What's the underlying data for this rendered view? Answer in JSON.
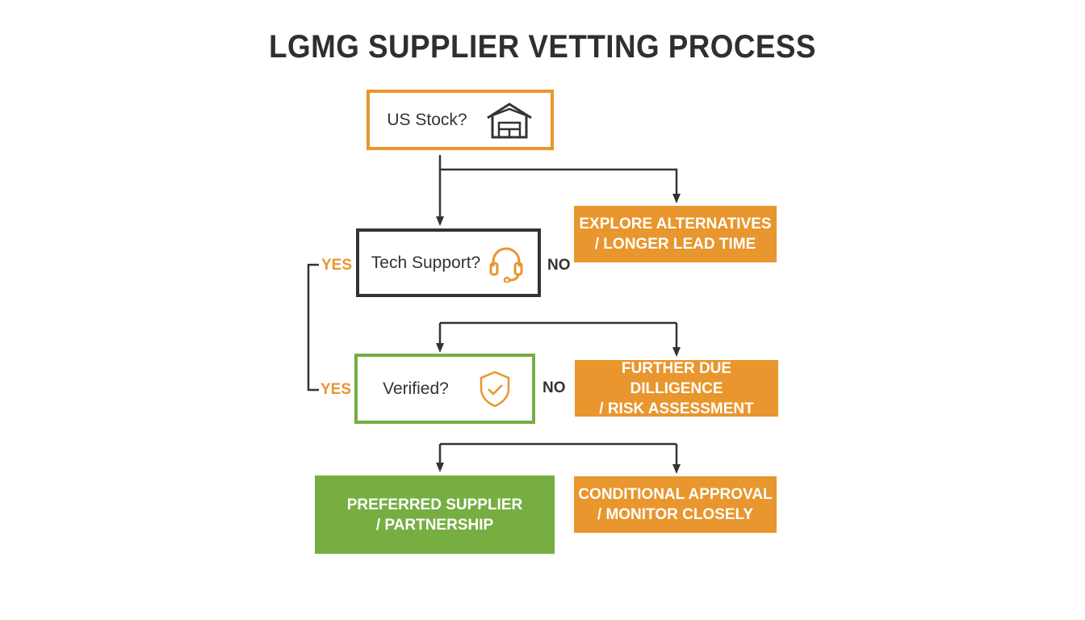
{
  "title": "LGMG SUPPLIER VETTING PROCESS",
  "colors": {
    "orange": "#E8962D",
    "green": "#76AE42",
    "dark": "#333333",
    "background": "#FFFFFF"
  },
  "nodes": {
    "us_stock": {
      "label": "US Stock?",
      "icon": "warehouse-icon",
      "border": "orange"
    },
    "tech_support": {
      "label": "Tech Support?",
      "icon": "headset-icon",
      "border": "dark"
    },
    "verified": {
      "label": "Verified?",
      "icon": "shield-check-icon",
      "border": "green"
    },
    "explore_alternatives": {
      "line1": "EXPLORE ALTERNATIVES",
      "line2": "/ LONGER LEAD TIME",
      "fill": "orange"
    },
    "further_due_diligence": {
      "line1": "FURTHER DUE DILLIGENCE",
      "line2": "/ RISK ASSESSMENT",
      "fill": "orange"
    },
    "preferred_supplier": {
      "line1": "PREFERRED SUPPLIER",
      "line2": "/ PARTNERSHIP",
      "fill": "green"
    },
    "conditional_approval": {
      "line1": "CONDITIONAL APPROVAL",
      "line2": "/ MONITOR CLOSELY",
      "fill": "orange"
    }
  },
  "edge_labels": {
    "tech_yes": "YES",
    "tech_no": "NO",
    "verified_yes": "YES",
    "verified_no": "NO"
  },
  "edges": [
    {
      "from": "us_stock",
      "to": "tech_support"
    },
    {
      "from": "us_stock",
      "to": "explore_alternatives"
    },
    {
      "from": "tech_support",
      "to": "verified",
      "label": "YES"
    },
    {
      "from": "tech_support",
      "to": "further_due_diligence",
      "label": "NO"
    },
    {
      "from": "verified",
      "to": "preferred_supplier",
      "label": "YES"
    },
    {
      "from": "verified",
      "to": "conditional_approval",
      "label": "NO"
    }
  ]
}
